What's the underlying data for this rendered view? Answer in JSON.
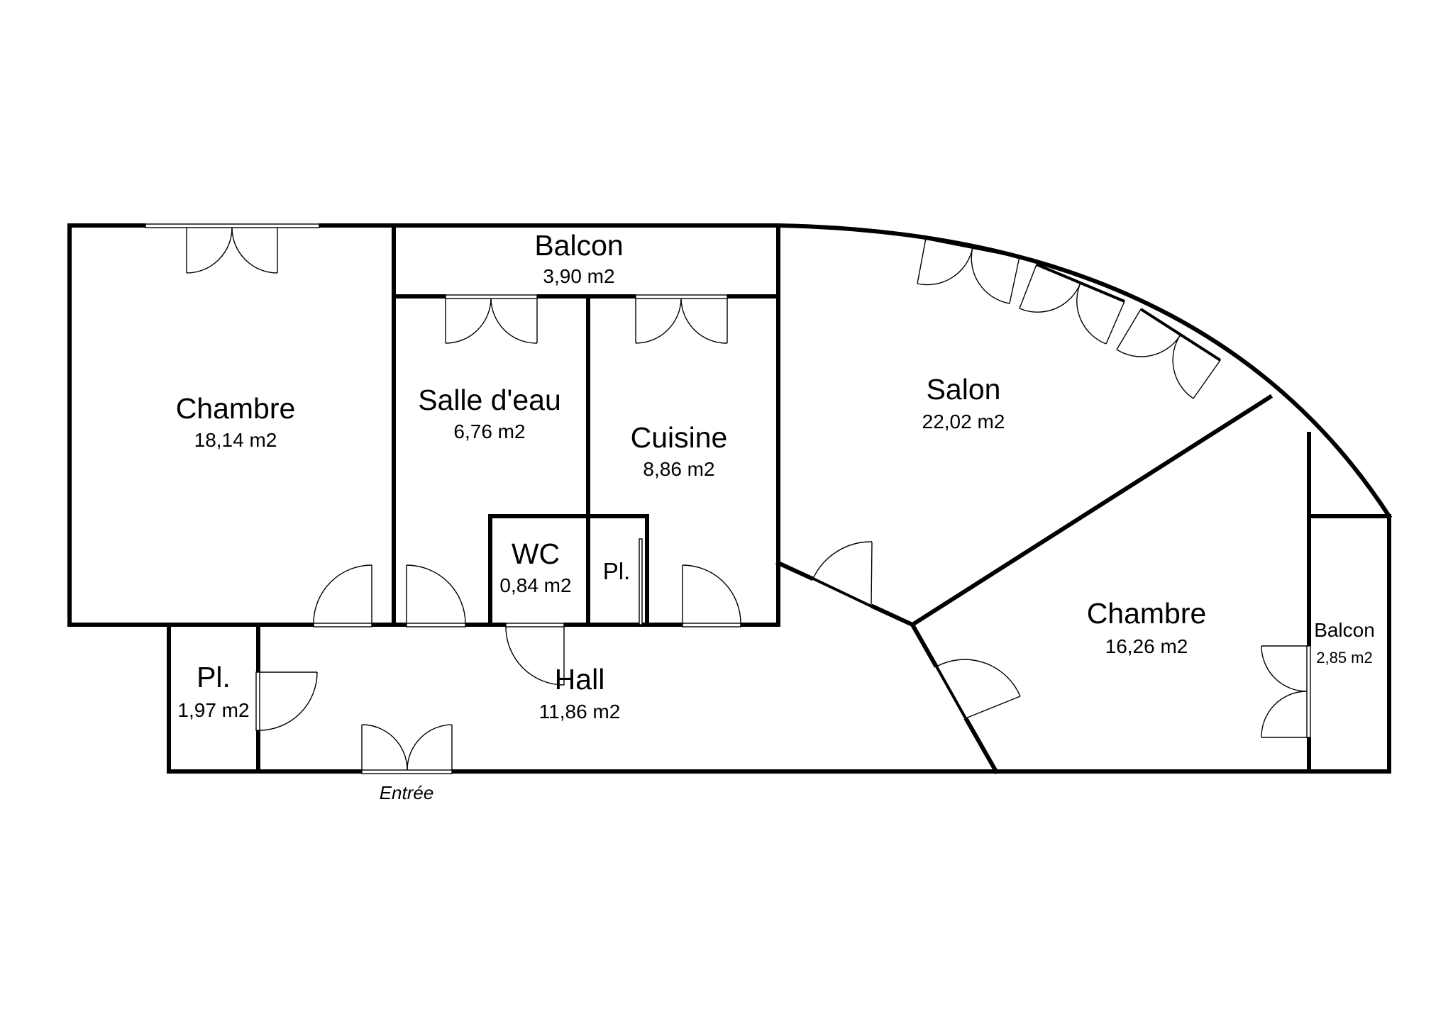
{
  "rooms": {
    "chambre_1": {
      "name": "Chambre",
      "area": "18,14 m2"
    },
    "balcon_top": {
      "name": "Balcon",
      "area": "3,90 m2"
    },
    "salle_deau": {
      "name": "Salle d'eau",
      "area": "6,76 m2"
    },
    "cuisine": {
      "name": "Cuisine",
      "area": "8,86 m2"
    },
    "wc": {
      "name": "WC",
      "area": "0,84 m2"
    },
    "placard_cuisine": {
      "name": "Pl."
    },
    "salon": {
      "name": "Salon",
      "area": "22,02 m2"
    },
    "chambre_2": {
      "name": "Chambre",
      "area": "16,26 m2"
    },
    "balcon_right": {
      "name": "Balcon",
      "area": "2,85 m2"
    },
    "placard_hall": {
      "name": "Pl.",
      "area": "1,97 m2"
    },
    "hall": {
      "name": "Hall",
      "area": "11,86 m2"
    }
  },
  "entrance": {
    "label": "Entrée"
  }
}
